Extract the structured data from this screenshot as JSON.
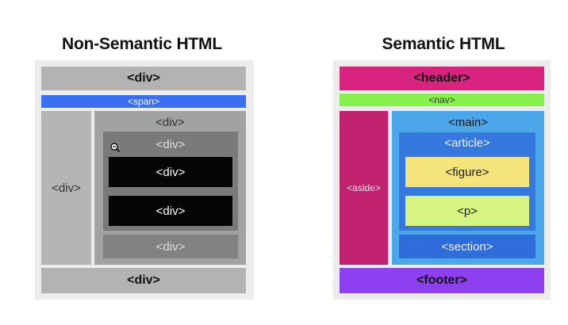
{
  "left": {
    "title": "Non-Semantic HTML",
    "header": "<div>",
    "span": "<span>",
    "sidebar": "<div>",
    "main": "<div>",
    "inner": "<div>",
    "block1": "<div>",
    "block2": "<div>",
    "inner_bottom": "<div>",
    "footer": "<div>"
  },
  "right": {
    "title": "Semantic HTML",
    "header": "<header>",
    "nav": "<nav>",
    "aside": "<aside>",
    "main": "<main>",
    "article": "<article>",
    "figure": "<figure>",
    "p": "<p>",
    "section": "<section>",
    "footer": "<footer>"
  },
  "colors": {
    "header": "#d8247e",
    "nav": "#86f04e",
    "aside": "#c0226f",
    "main": "#4ca7ea",
    "article": "#3579df",
    "figure": "#f5e37b",
    "p": "#d6f583",
    "section": "#2f6ddb",
    "footer": "#8e3ff0",
    "span": "#3a6ff0"
  },
  "icons": {
    "zoom": "zoom-out-icon"
  }
}
